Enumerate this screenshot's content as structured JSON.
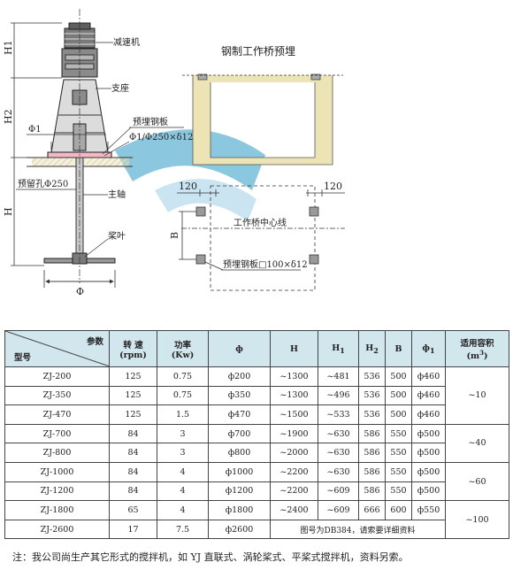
{
  "drawing": {
    "title": "钢制工作桥预埋",
    "labels": {
      "reducer": "减速机",
      "support": "支座",
      "embedded_plate": "预埋钢板",
      "phi1_spec": "Φ1/Φ250×δ12",
      "phi1": "Φ1",
      "reserved_hole": "预留孔Φ250",
      "main_shaft": "主轴",
      "impeller": "桨叶",
      "phi": "Φ",
      "h1": "H1",
      "h2": "H2",
      "h": "H",
      "dim_left": "120",
      "dim_right": "120",
      "b": "B",
      "bridge_centerline": "工作桥中心线",
      "plate_spec": "预埋钢板□100×δ12"
    }
  },
  "table": {
    "header": {
      "param": "参数",
      "model": "型号",
      "speed": "转 速",
      "speed_unit": "(rpm)",
      "power": "功率",
      "power_unit": "(Kw)",
      "phi": "ф",
      "h": "H",
      "h1": "H",
      "h1_sub": "1",
      "h2": "H",
      "h2_sub": "2",
      "b": "B",
      "phi1": "ф",
      "phi1_sub": "1",
      "volume": "适用容积",
      "volume_unit": "(m",
      "volume_unit_sup": "3",
      "volume_unit_close": ")"
    },
    "rows": [
      {
        "model": "ZJ-200",
        "speed": "125",
        "power": "0.75",
        "phi": "ф200",
        "h": "~1300",
        "h1": "~481",
        "h2": "536",
        "b": "500",
        "phi1": "ф460"
      },
      {
        "model": "ZJ-350",
        "speed": "125",
        "power": "0.75",
        "phi": "ф350",
        "h": "~1300",
        "h1": "~496",
        "h2": "536",
        "b": "500",
        "phi1": "ф460"
      },
      {
        "model": "ZJ-470",
        "speed": "125",
        "power": "1.5",
        "phi": "ф470",
        "h": "~1500",
        "h1": "~533",
        "h2": "536",
        "b": "500",
        "phi1": "ф460"
      },
      {
        "model": "ZJ-700",
        "speed": "84",
        "power": "3",
        "phi": "ф700",
        "h": "~1900",
        "h1": "~630",
        "h2": "586",
        "b": "550",
        "phi1": "ф500"
      },
      {
        "model": "ZJ-800",
        "speed": "84",
        "power": "3",
        "phi": "ф800",
        "h": "~2000",
        "h1": "~630",
        "h2": "586",
        "b": "550",
        "phi1": "ф500"
      },
      {
        "model": "ZJ-1000",
        "speed": "84",
        "power": "4",
        "phi": "ф1000",
        "h": "~2200",
        "h1": "~630",
        "h2": "586",
        "b": "550",
        "phi1": "ф500"
      },
      {
        "model": "ZJ-1200",
        "speed": "84",
        "power": "4",
        "phi": "ф1200",
        "h": "~2200",
        "h1": "~609",
        "h2": "586",
        "b": "550",
        "phi1": "ф500"
      },
      {
        "model": "ZJ-1800",
        "speed": "65",
        "power": "4",
        "phi": "ф1800",
        "h": "~2400",
        "h1": "~609",
        "h2": "666",
        "b": "600",
        "phi1": "ф550"
      },
      {
        "model": "ZJ-2600",
        "speed": "17",
        "power": "7.5",
        "phi": "ф2600",
        "note": "图号为DB384，请索要详细资料"
      }
    ],
    "volumes": [
      "~10",
      "~40",
      "~60",
      "~100"
    ]
  },
  "footnote": "注：我公司尚生产其它形式的搅拌机，如 YJ 直联式、涡轮桨式、平桨式搅拌机，资料另索。",
  "colors": {
    "header_bg": "#d2e6ee",
    "concrete": "#ece4b4",
    "accent_blue": "#2f9ac8",
    "line": "#333333"
  }
}
